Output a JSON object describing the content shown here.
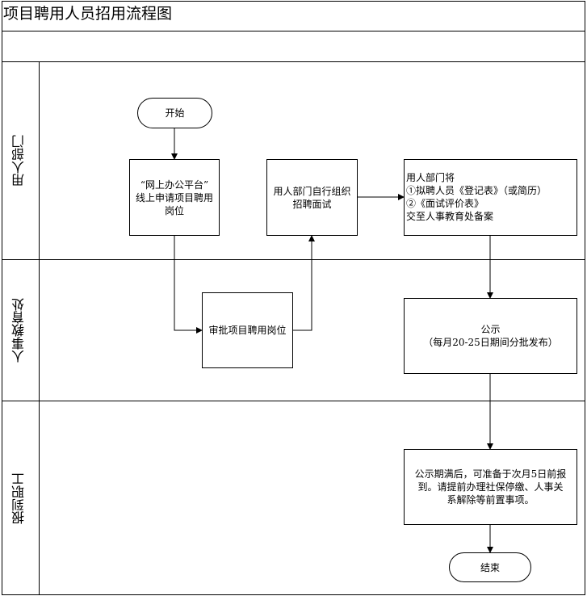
{
  "title": "项目聘用人员招用流程图",
  "lanes": {
    "dept": "用人部门",
    "hr": "人事教育处",
    "staff": "报到职工"
  },
  "nodes": {
    "start": "开始",
    "apply": "“网上办公平台”\n线上申请项目聘用\n岗位",
    "approve": "审批项目聘用岗位",
    "interview": "用人部门自行组织\n招聘面试",
    "submit": "用人部门将\n①拟聘人员《登记表》（或简历）\n②《面试评价表》\n交至人事教育处备案",
    "publicity": "公示\n（每月20-25日期间分批发布）",
    "report": "公示期满后，可准备于次月5日前报\n到。请提前办理社保停缴、人事关\n系解除等前置事项。",
    "end": "结束"
  }
}
